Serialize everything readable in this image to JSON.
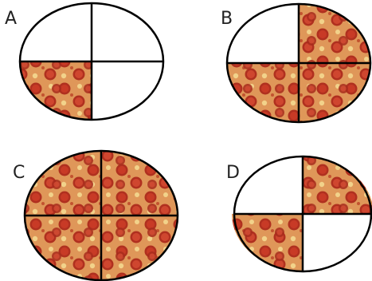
{
  "colors": {
    "outline": "#000000",
    "crust": "#e4cf9a",
    "sauce": "#b8402a",
    "cheese": "#e8b26c",
    "pepperoni": "#b0301f",
    "pepperoni_light": "#d24a33"
  },
  "panels": [
    {
      "label": "A",
      "filled_quarters": [
        "bottom-left"
      ]
    },
    {
      "label": "B",
      "filled_quarters": [
        "top-right",
        "bottom-left",
        "bottom-right"
      ]
    },
    {
      "label": "C",
      "filled_quarters": [
        "top-left",
        "top-right",
        "bottom-left",
        "bottom-right"
      ]
    },
    {
      "label": "D",
      "filled_quarters": [
        "top-right",
        "bottom-left"
      ]
    }
  ]
}
